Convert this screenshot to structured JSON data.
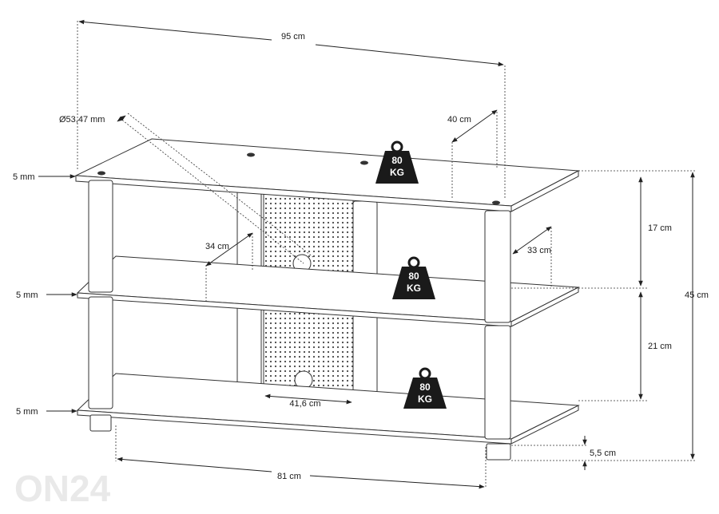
{
  "dimensions": {
    "width_top": "95 cm",
    "depth_top": "40 cm",
    "post_diameter": "Ø53,47 mm",
    "depth_inner": "34 cm",
    "depth_middle": "33 cm",
    "gap_upper": "17 cm",
    "gap_lower": "21 cm",
    "total_height": "45 cm",
    "panel_width": "41,6 cm",
    "foot_height": "5,5 cm",
    "width_bottom": "81 cm",
    "glass_top": "5 mm",
    "glass_middle": "5 mm",
    "glass_bottom": "5 mm"
  },
  "weights": [
    {
      "line1": "80",
      "line2": "KG"
    },
    {
      "line1": "80",
      "line2": "KG"
    },
    {
      "line1": "80",
      "line2": "KG"
    }
  ],
  "logo": "ON24",
  "colors": {
    "line": "#222222",
    "weight_icon": "#1a1a1a",
    "logo": "#e9e9e9"
  }
}
